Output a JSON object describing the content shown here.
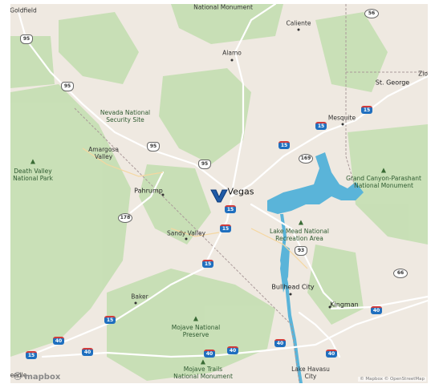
{
  "labels": {
    "goldfield": "Goldfield",
    "national_monument_top": "National Monument",
    "caliente": "Caliente",
    "alamo": "Alamo",
    "st_george": "St. George",
    "zion": "Zio",
    "nnss": "Nevada National\nSecurity Site",
    "mesquite": "Mesquite",
    "amargosa": "Amargosa\nValley",
    "death_valley": "Death Valley\nNational Park",
    "pahrump": "Pahrump",
    "vegas": "Vegas",
    "grand_canyon": "Grand Canyon-Parashant\nNational Monument",
    "sandy_valley": "Sandy Valley",
    "lake_mead": "Lake Mead National\nRecreation Area",
    "baker": "Baker",
    "bullhead": "Bullhead City",
    "kingman": "Kingman",
    "mojave_preserve": "Mojave National\nPreserve",
    "mojave_trails": "Mojave Trails\nNational Monument",
    "lake_havasu": "Lake Havasu\nCity",
    "needles": "eedle"
  },
  "shields": {
    "us95_a": "95",
    "us95_b": "95",
    "us95_c": "95",
    "us95_d": "95",
    "i15_a": "15",
    "i15_b": "15",
    "i15_c": "15",
    "i15_d": "15",
    "i15_e": "15",
    "i15_f": "15",
    "i15_g": "15",
    "nv169": "169",
    "nv178": "178",
    "us93": "93",
    "st66": "66",
    "nv56": "56",
    "i40_a": "40",
    "i40_b": "40",
    "i40_c": "40",
    "i40_d": "40",
    "i40_e": "40"
  },
  "branding": {
    "logo": "mapbox",
    "attribution": "© Mapbox © OpenStreetMap"
  },
  "icons": {
    "marker": "location-pin-icon",
    "park": "tree-icon"
  },
  "colors": {
    "land": "#efe9e1",
    "park": "#c6dfb4",
    "water": "#5ab4d9",
    "road": "#ffffff",
    "marker": "#1f5aa6"
  }
}
